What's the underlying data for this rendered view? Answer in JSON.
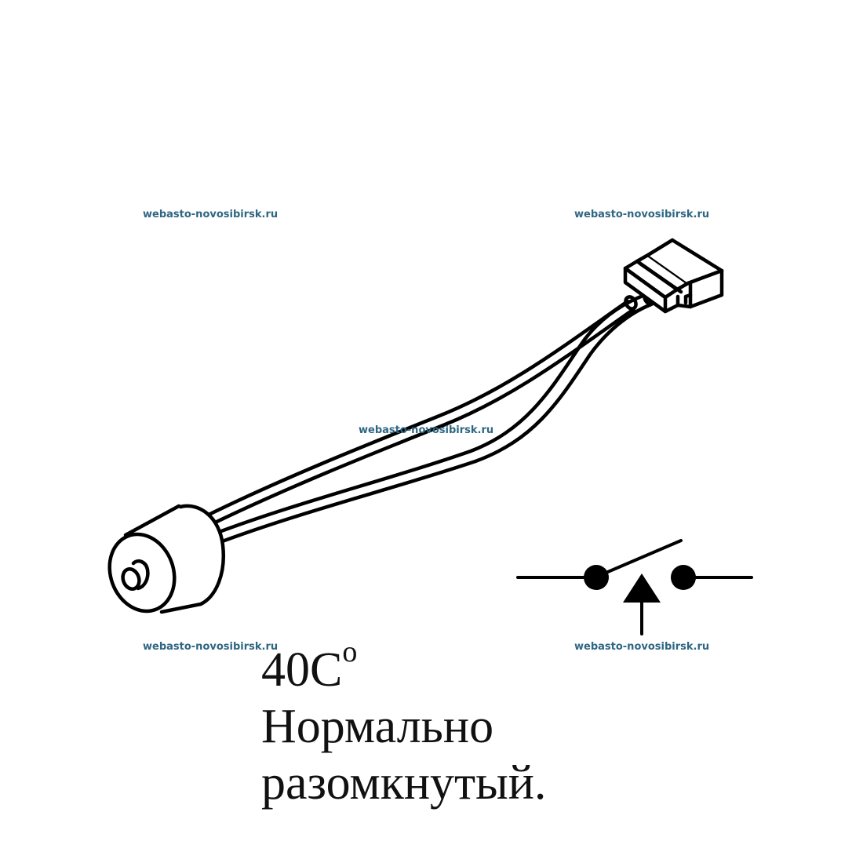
{
  "diagram": {
    "subject": "temperature sensor switch with two-wire lead and connector",
    "line_color": "#000000",
    "background": "#ffffff"
  },
  "watermarks": [
    {
      "text": "webasto-novosibirsk.ru",
      "position": "top-left"
    },
    {
      "text": "webasto-novosibirsk.ru",
      "position": "top-right"
    },
    {
      "text": "webasto-novosibirsk.ru",
      "position": "center"
    },
    {
      "text": "webasto-novosibirsk.ru",
      "position": "bottom-left"
    },
    {
      "text": "webasto-novosibirsk.ru",
      "position": "bottom-right"
    }
  ],
  "watermark_color": "#2f6682",
  "caption": {
    "temperature": "40C",
    "degree_mark": "o",
    "line2": "Нормально",
    "line3": "разомкнутый."
  },
  "symbol": {
    "type": "normally-open thermal switch",
    "icon": "switch-open-symbol"
  }
}
